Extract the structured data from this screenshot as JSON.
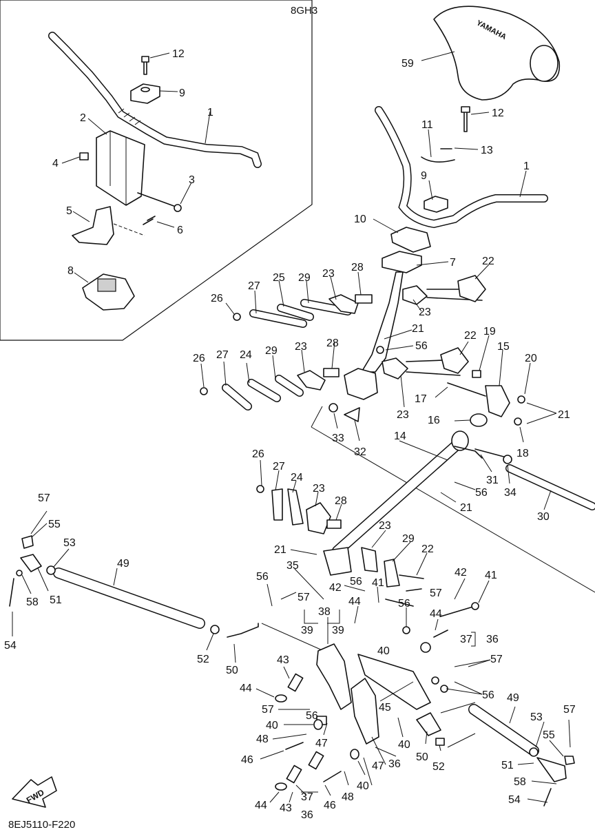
{
  "inset_model": "8GH3",
  "drawing_code": "8EJ5110-F220",
  "fwd_label": "FWD",
  "callouts": {
    "c1": "1",
    "c2": "2",
    "c3": "3",
    "c4": "4",
    "c5": "5",
    "c6": "6",
    "c7": "7",
    "c8": "8",
    "c9": "9",
    "c10": "10",
    "c11": "11",
    "c12": "12",
    "c13": "13",
    "c14": "14",
    "c15": "15",
    "c16": "16",
    "c17": "17",
    "c18": "18",
    "c19": "19",
    "c20": "20",
    "c21": "21",
    "c22": "22",
    "c23": "23",
    "c24": "24",
    "c25": "25",
    "c26": "26",
    "c27": "27",
    "c28": "28",
    "c29": "29",
    "c30": "30",
    "c31": "31",
    "c32": "32",
    "c33": "33",
    "c34": "34",
    "c35": "35",
    "c36": "36",
    "c37": "37",
    "c38": "38",
    "c39": "39",
    "c40": "40",
    "c41": "41",
    "c42": "42",
    "c43": "43",
    "c44": "44",
    "c45": "45",
    "c46": "46",
    "c47": "47",
    "c48": "48",
    "c49": "49",
    "c50": "50",
    "c51": "51",
    "c52": "52",
    "c53": "53",
    "c54": "54",
    "c55": "55",
    "c56": "56",
    "c57": "57",
    "c58": "58",
    "c59": "59"
  },
  "pad_logo_text": "YAMAHA"
}
